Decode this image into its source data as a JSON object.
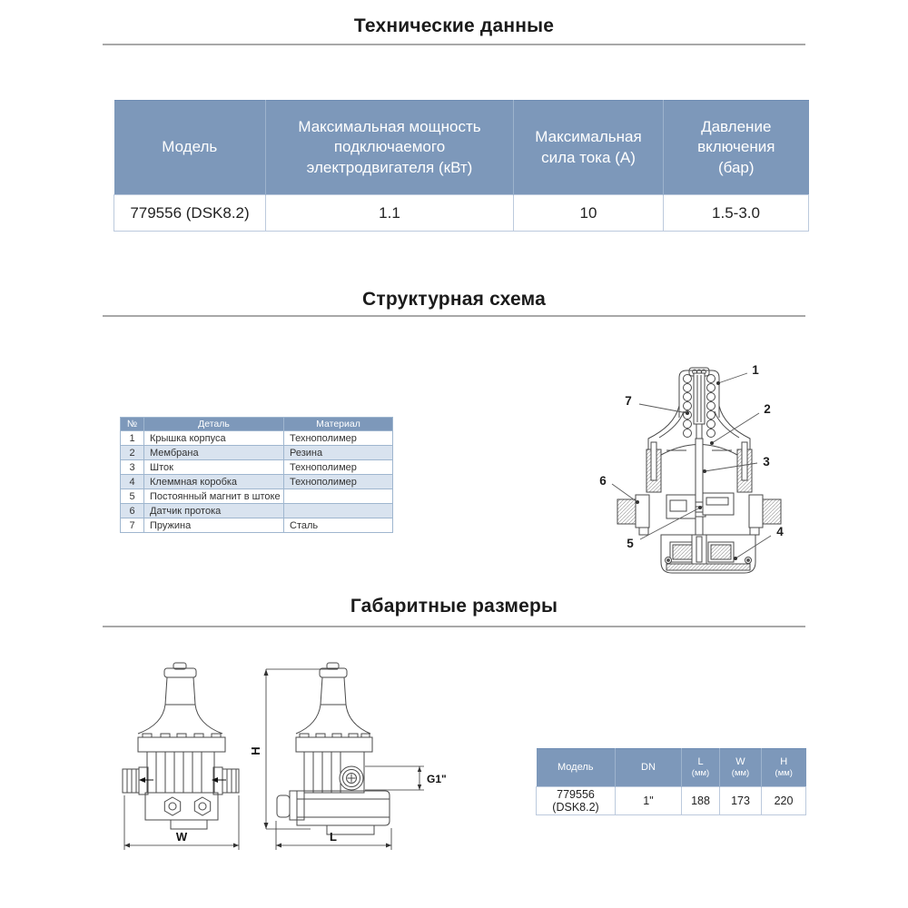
{
  "colors": {
    "header_bg": "#7d98ba",
    "row_alt": "#d9e3ef",
    "grid_blue": "#9fb6cf",
    "grid_light": "#bccadd",
    "rule_gray": "#a8a8a8",
    "header_text": "#ffffff",
    "body_text": "#222222",
    "drawing_stroke": "#4a4a4a"
  },
  "sections": {
    "technical": {
      "title": "Технические данные",
      "table": {
        "headers": [
          "Модель",
          "Максимальная мощность подключаемого электродвигателя (кВт)",
          "Максимальная сила тока (А)",
          "Давление включения (бар)"
        ],
        "row": [
          "779556 (DSK8.2)",
          "1.1",
          "10",
          "1.5-3.0"
        ]
      }
    },
    "structure": {
      "title": "Структурная схема",
      "parts_table": {
        "headers": [
          "№",
          "Деталь",
          "Материал"
        ],
        "rows": [
          [
            "1",
            "Крышка корпуса",
            "Технополимер"
          ],
          [
            "2",
            "Мембрана",
            "Резина"
          ],
          [
            "3",
            "Шток",
            "Технополимер"
          ],
          [
            "4",
            "Клеммная коробка",
            "Технополимер"
          ],
          [
            "5",
            "Постоянный магнит в штоке",
            ""
          ],
          [
            "6",
            "Датчик протока",
            ""
          ],
          [
            "7",
            "Пружина",
            "Сталь"
          ]
        ]
      },
      "callouts": [
        "1",
        "2",
        "3",
        "4",
        "5",
        "6",
        "7"
      ]
    },
    "dimensions": {
      "title": "Габаритные размеры",
      "labels": {
        "w": "W",
        "h": "H",
        "l": "L",
        "g": "G1\""
      },
      "table": {
        "col_model": "Модель",
        "col_dn": "DN",
        "cols_mm": [
          {
            "label": "L",
            "unit": "(мм)"
          },
          {
            "label": "W",
            "unit": "(мм)"
          },
          {
            "label": "H",
            "unit": "(мм)"
          }
        ],
        "row": [
          "779556 (DSK8.2)",
          "1\"",
          "188",
          "173",
          "220"
        ]
      }
    }
  }
}
